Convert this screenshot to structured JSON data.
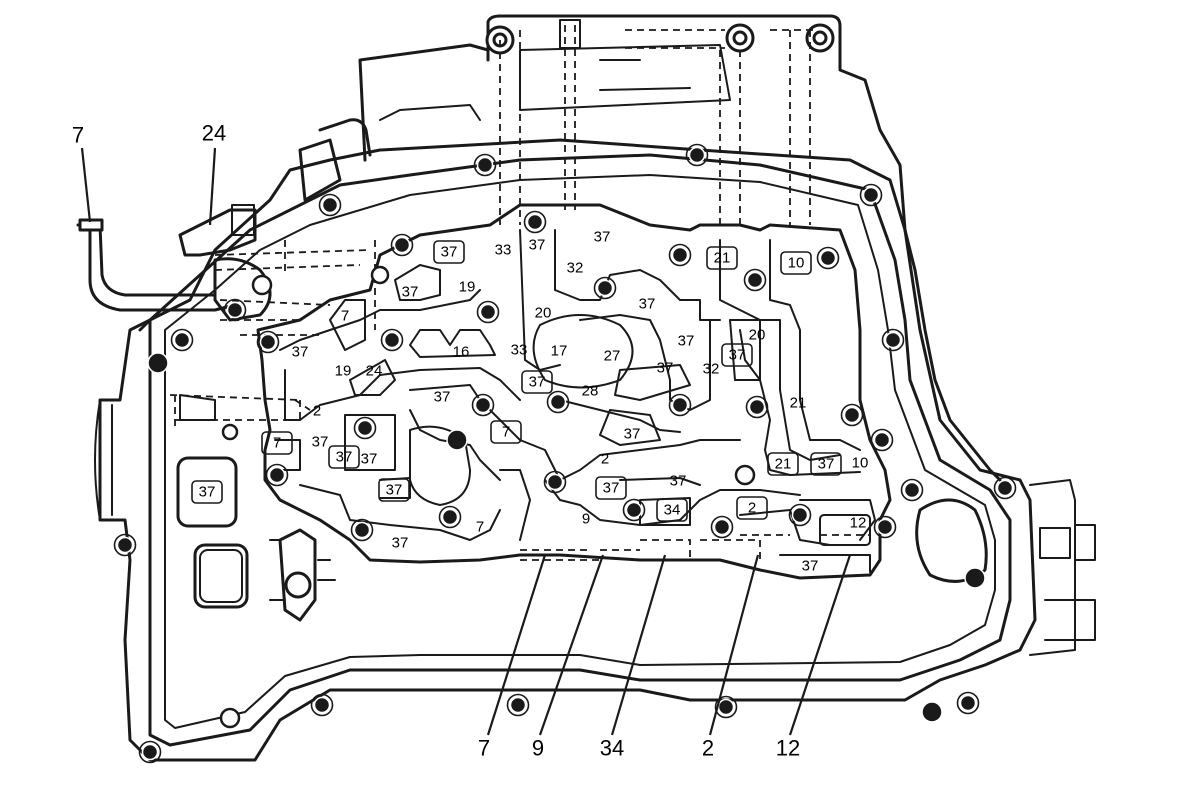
{
  "callouts": {
    "c7_top": "7",
    "c24_top": "24",
    "c7_bottom": "7",
    "c9_bottom": "9",
    "c34_bottom": "34",
    "c2_bottom": "2",
    "c12_bottom": "12"
  },
  "passage_labels": [
    "37",
    "33",
    "37",
    "37",
    "32",
    "21",
    "10",
    "37",
    "19",
    "37",
    "7",
    "20",
    "37",
    "16",
    "33",
    "17",
    "27",
    "37",
    "32",
    "37",
    "20",
    "37",
    "19",
    "24",
    "37",
    "28",
    "2",
    "37",
    "7",
    "37",
    "37",
    "37",
    "21",
    "37",
    "10",
    "37",
    "37",
    "37",
    "34",
    "9",
    "2",
    "12",
    "37",
    "37",
    "37",
    "37",
    "7",
    "21",
    "2",
    "7"
  ]
}
